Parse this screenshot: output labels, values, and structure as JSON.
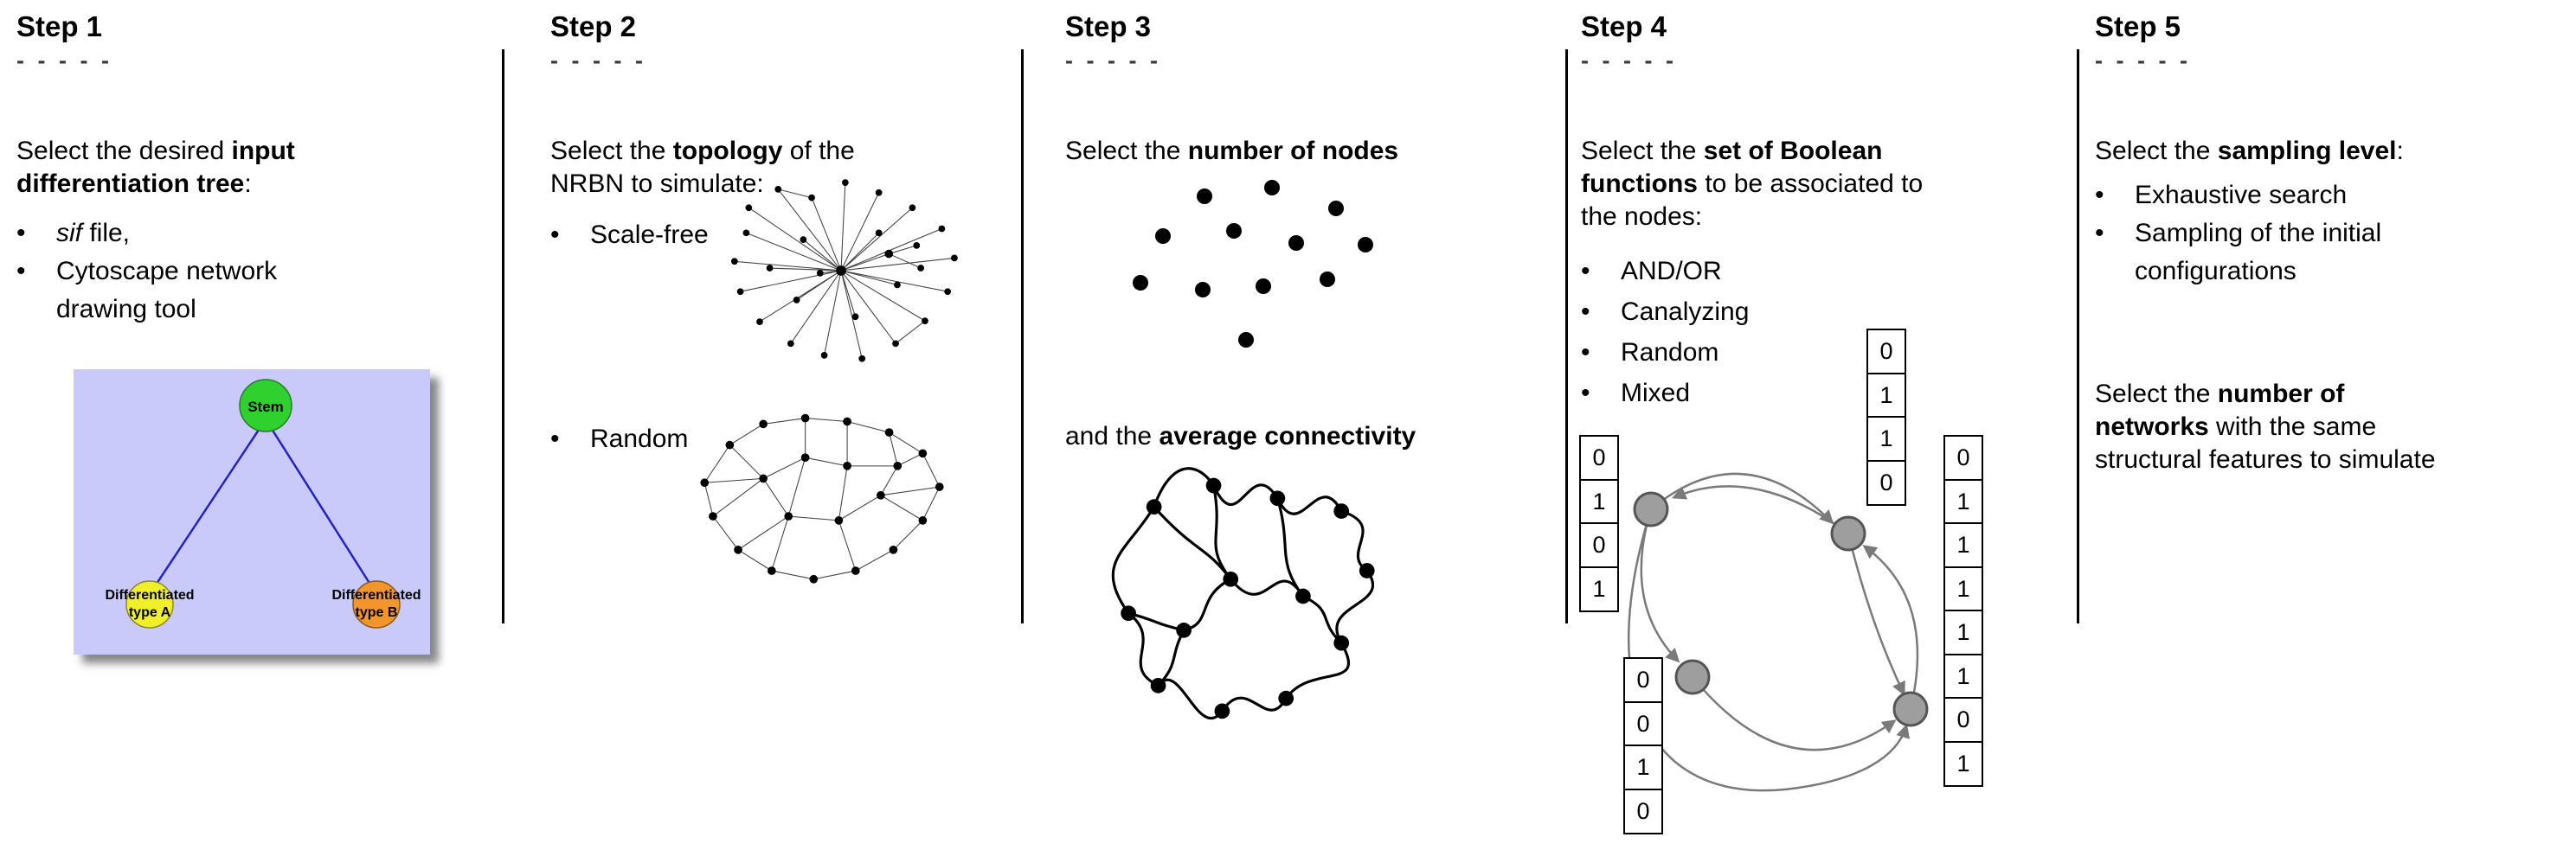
{
  "glyphs": {
    "bullet": "•"
  },
  "steps": {
    "s1": {
      "title": "Step 1",
      "dashes": "- - - - -",
      "intro": {
        "l1_pre": "Select the desired ",
        "l1_bold": "input",
        "l2_bold": "differentiation tree",
        "l2_post": ":"
      },
      "bullet1": {
        "italic": "sif",
        "rest": " file,"
      },
      "bullet2": "Cytoscape network drawing tool",
      "tree": {
        "stem": "Stem",
        "type_a_l1": "Differentiated",
        "type_a_l2": "type A",
        "type_b_l1": "Differentiated",
        "type_b_l2": "type B",
        "colors": {
          "panel": "#c9c9fa",
          "stem": "#2ed12e",
          "type_a": "#f0f02a",
          "type_b": "#f2952b",
          "edge": "#2323c8"
        }
      }
    },
    "s2": {
      "title": "Step 2",
      "dashes": "- - - - -",
      "intro": {
        "l1_pre": "Select the ",
        "l1_bold": "topology",
        "l1_post": " of the",
        "l2": "NRBN to simulate:"
      },
      "bullet1": "Scale-free",
      "bullet2": "Random"
    },
    "s3": {
      "title": "Step 3",
      "dashes": "- - - - -",
      "line1": {
        "pre": "Select the ",
        "bold": "number of nodes"
      },
      "line2": {
        "pre": "and the ",
        "bold": "average connectivity"
      }
    },
    "s4": {
      "title": "Step 4",
      "dashes": "- - - - -",
      "intro": {
        "l1_pre": "Select the ",
        "l1_bold": "set of Boolean",
        "l2_bold": "functions",
        "l2_post": " to be associated to",
        "l3": "the nodes:"
      },
      "bullets": [
        "AND/OR",
        "Canalyzing",
        "Random",
        "Mixed"
      ],
      "tables": {
        "top": [
          "0",
          "1",
          "1",
          "0"
        ],
        "left": [
          "0",
          "1",
          "0",
          "1"
        ],
        "bottom": [
          "0",
          "0",
          "1",
          "0"
        ],
        "right": [
          "0",
          "1",
          "1",
          "1",
          "1",
          "1",
          "0",
          "1"
        ]
      }
    },
    "s5": {
      "title": "Step 5",
      "dashes": "- - - - -",
      "intro": {
        "pre": "Select the ",
        "bold": "sampling level",
        "post": ":"
      },
      "bullets": [
        "Exhaustive search",
        "Sampling of the initial configurations"
      ],
      "networks": {
        "l1_pre": "Select the ",
        "l1_bold": "number of",
        "l2_bold": "networks",
        "l2_rest": " with the same",
        "l3": "structural features to simulate"
      }
    }
  }
}
